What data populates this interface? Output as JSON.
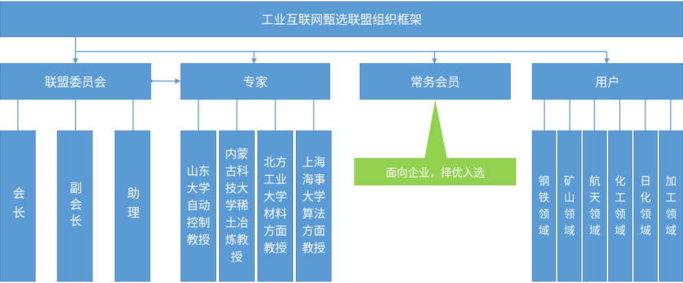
{
  "title": "工业互联网甄选联盟组织框架",
  "branches": {
    "committee": {
      "label": "联盟委员会",
      "children": [
        "会长",
        "副会长",
        "助理"
      ]
    },
    "experts": {
      "label": "专家",
      "children": [
        "山东大学自动控制教授",
        "内蒙古科技大学稀土冶炼教授",
        "北方工业大学材料方面教授",
        "上海海事大学算法方面教授"
      ]
    },
    "members": {
      "label": "常务会员",
      "callout": "面向企业，择优入选"
    },
    "users": {
      "label": "用户",
      "children": [
        "钢铁领域",
        "矿山领域",
        "航天领域",
        "化工领域",
        "日化领域",
        "加工领域"
      ]
    }
  },
  "colors": {
    "box": "#5b9bd5",
    "callout": "#92d050",
    "line": "#5b9bd5"
  }
}
